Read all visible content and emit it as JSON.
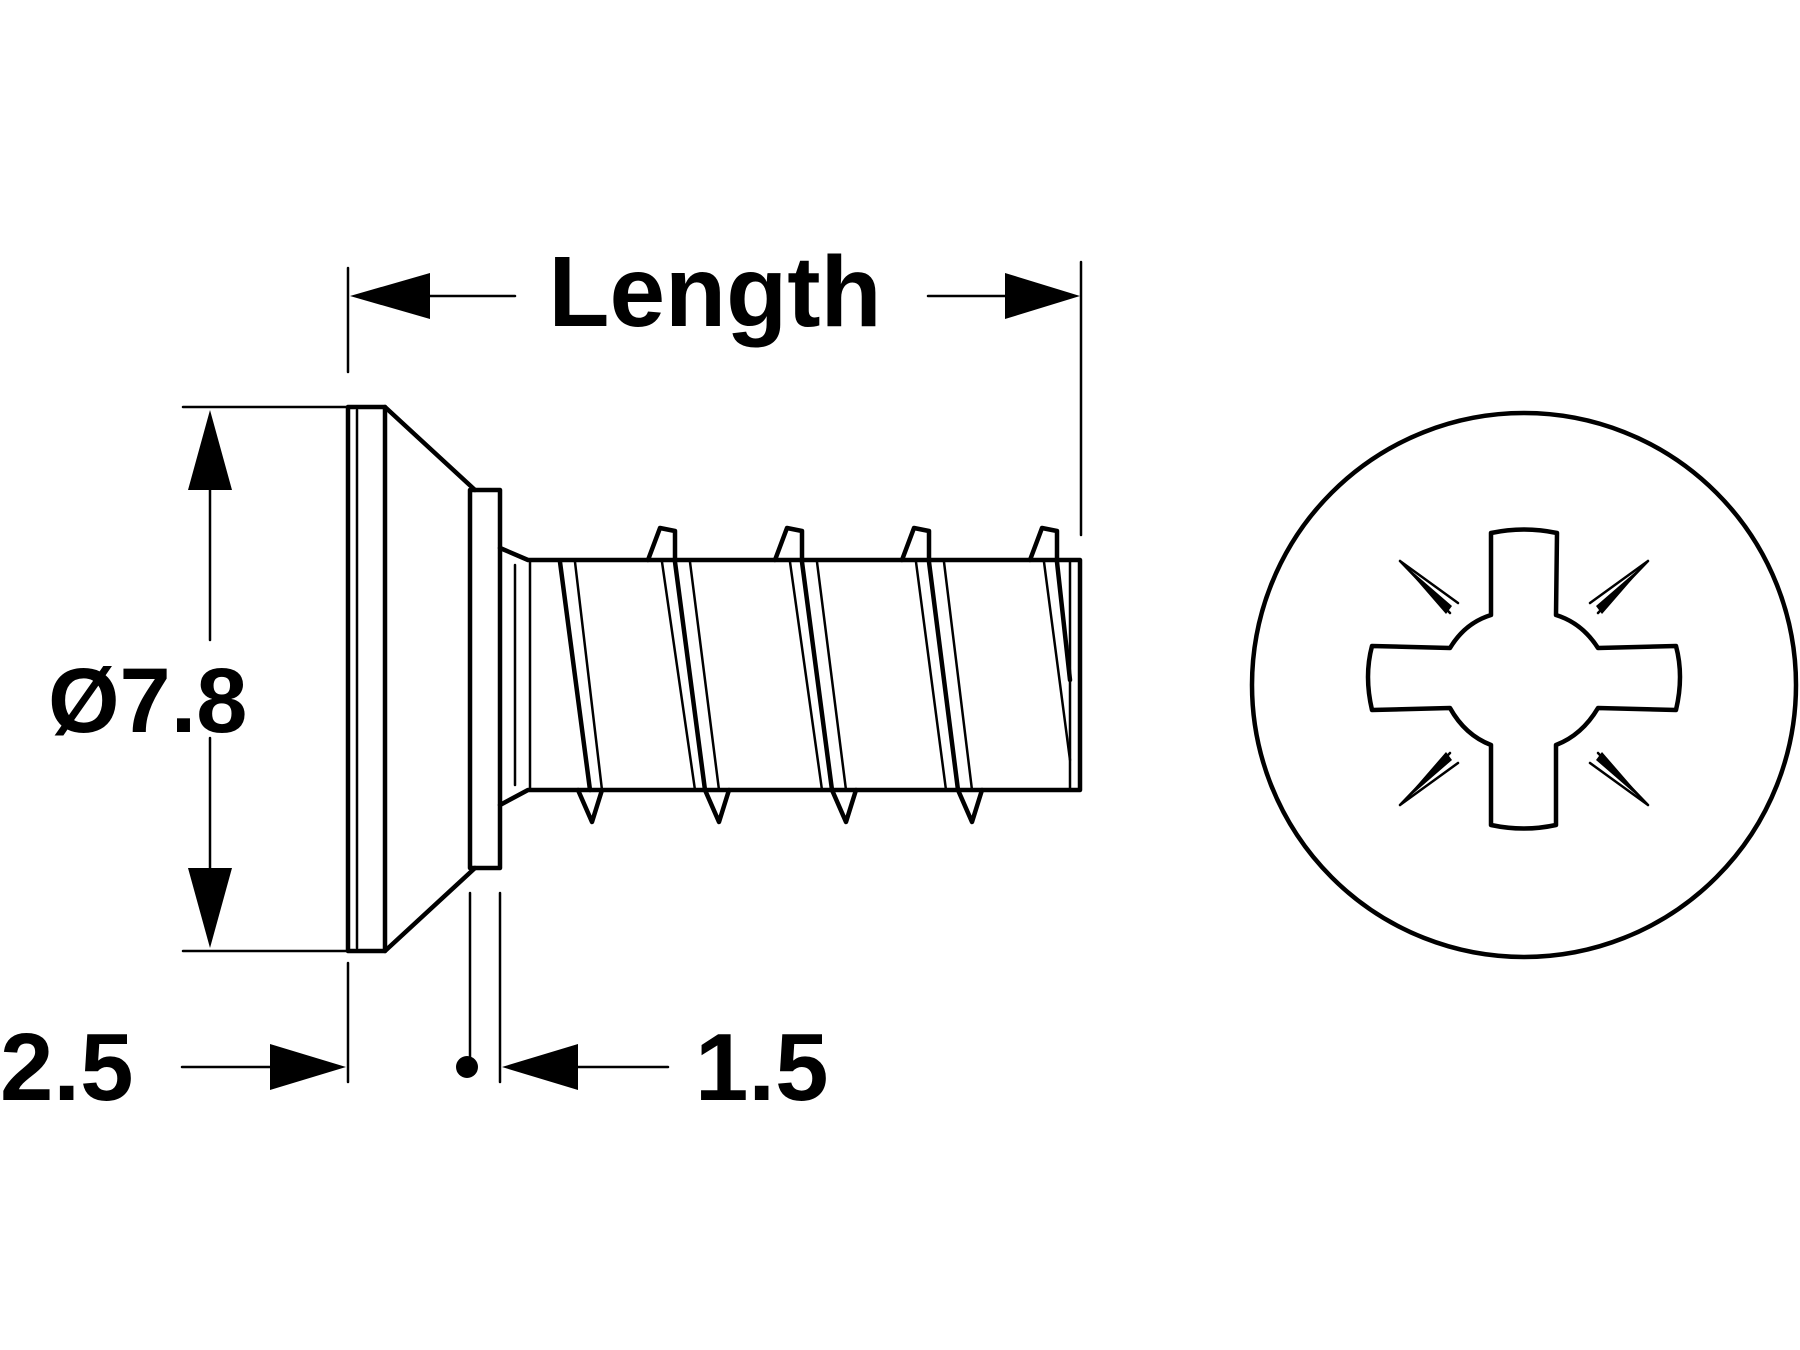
{
  "labels": {
    "length": "Length",
    "diameter": "Ø7.8",
    "head_thickness": "2.5",
    "collar_thickness": "1.5"
  },
  "colors": {
    "line": "#000000",
    "background": "#ffffff"
  },
  "icons": {
    "head_view": "pozidriv-head-icon"
  }
}
